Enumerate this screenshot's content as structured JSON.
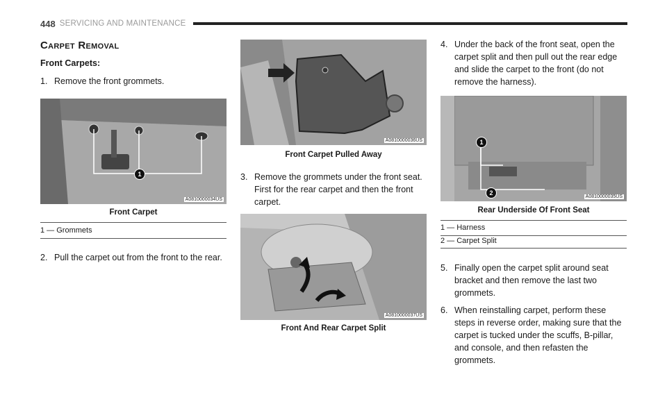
{
  "header": {
    "page_number": "448",
    "section": "SERVICING AND MAINTENANCE"
  },
  "section_title": "Carpet Removal",
  "subheading": "Front Carpets:",
  "steps": [
    {
      "num": "1.",
      "text": "Remove the front grommets."
    },
    {
      "num": "2.",
      "text": "Pull the carpet out from the front to the rear."
    },
    {
      "num": "3.",
      "text": "Remove the grommets under the front seat. First for the rear carpet and then the front carpet."
    },
    {
      "num": "4.",
      "text": "Under the back of the front seat, open the carpet split and then pull out the rear edge and slide the carpet to the front (do not remove the harness)."
    },
    {
      "num": "5.",
      "text": "Finally open the carpet split around seat bracket and then remove the last two grommets."
    },
    {
      "num": "6.",
      "text": "When reinstalling carpet, perform these steps in reverse order, making sure that the carpet is tucked under the scuffs, B-pillar, and console, and then refasten the grommets."
    }
  ],
  "figures": {
    "front_carpet": {
      "id": "A0810000034US",
      "caption": "Front Carpet",
      "callouts": [
        "1"
      ],
      "legend": [
        "1 — Grommets"
      ]
    },
    "pulled_away": {
      "id": "A0810000036US",
      "caption": "Front Carpet Pulled Away"
    },
    "carpet_split": {
      "id": "A0810000037US",
      "caption": "Front And Rear Carpet Split"
    },
    "rear_underside": {
      "id": "A0810000035US",
      "caption": "Rear Underside Of Front Seat",
      "callouts": [
        "1",
        "2"
      ],
      "legend": [
        "1 — Harness",
        "2 — Carpet Split"
      ]
    }
  },
  "colors": {
    "figure_bg": "#9a9a9a",
    "figure_dark": "#5e5e5e",
    "figure_light": "#c8c8c8",
    "rule": "#222222"
  }
}
